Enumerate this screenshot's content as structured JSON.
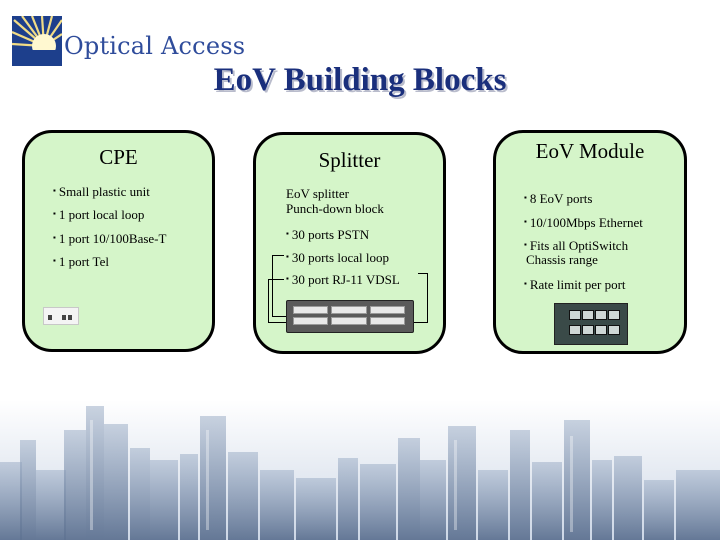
{
  "header": {
    "logo_text": "Optical Access",
    "title": "EoV Building Blocks"
  },
  "panels": {
    "cpe": {
      "title": "CPE",
      "items": [
        "Small plastic unit",
        "1 port local loop",
        "1 port 10/100Base-T",
        "1 port Tel"
      ]
    },
    "splitter": {
      "title": "Splitter",
      "intro_line1": "EoV splitter",
      "intro_line2": "Punch-down block",
      "items": [
        "30 ports PSTN",
        "30 ports local loop",
        "30 port RJ-11 VDSL"
      ]
    },
    "module": {
      "title": "EoV Module",
      "items": [
        "8 EoV ports",
        "10/100Mbps Ethernet"
      ],
      "item3_line1": "Fits all OptiSwitch",
      "item3_line2": "Chassis range",
      "item4": "Rate limit per port"
    }
  },
  "colors": {
    "panel_fill": "#d5f5c9",
    "title_color": "#1a2f7c",
    "logo_blue": "#2f4c9b"
  },
  "icons": [
    "optical-access-logo-icon",
    "cpe-device-icon",
    "splitter-hardware-icon",
    "eov-module-icon",
    "city-skyline-image"
  ]
}
